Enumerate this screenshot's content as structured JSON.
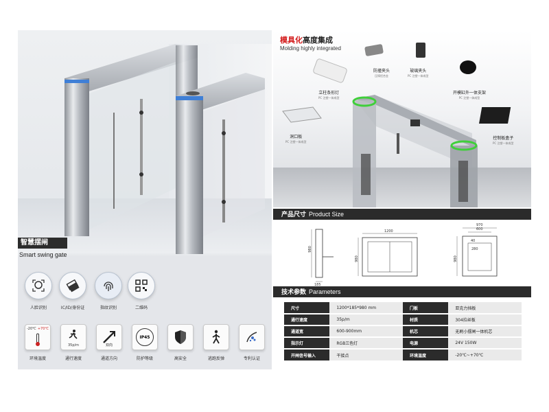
{
  "left": {
    "title_cn": "智慧摆闸",
    "title_en": "Smart swing gate",
    "features": [
      {
        "label": "人脸识别",
        "icon": "face-recognition-icon"
      },
      {
        "label": "IC/ID/身份证",
        "icon": "card-icon"
      },
      {
        "label": "指纹识别",
        "icon": "fingerprint-icon"
      },
      {
        "label": "二维码",
        "icon": "qr-code-icon"
      }
    ],
    "specs": [
      {
        "label": "环境温度",
        "icon": "temperature-icon",
        "text1": "-20℃",
        "text2": "+70℃"
      },
      {
        "label": "通行速度",
        "icon": "walking-speed-icon",
        "text1": "35p/m"
      },
      {
        "label": "通道方向",
        "icon": "direction-icon",
        "text1": "双向"
      },
      {
        "label": "防护等级",
        "icon": "ip45-icon",
        "text1": "IP45"
      },
      {
        "label": "高安全",
        "icon": "shield-icon"
      },
      {
        "label": "逃跑反弹",
        "icon": "anti-tailgate-icon"
      },
      {
        "label": "专利认证",
        "icon": "patent-icon"
      }
    ]
  },
  "right": {
    "modular_title_red": "模具化",
    "modular_title_rest": "高度集成",
    "modular_sub": "Molding highly integrated",
    "parts": [
      {
        "name": "防撞夹头",
        "sub": "压铸铝合金"
      },
      {
        "name": "玻璃夹头",
        "sub": "PC 注塑一体成型"
      },
      {
        "name": "立柱条形灯",
        "sub": "PC 注塑一体成型"
      },
      {
        "name": "开模缸外一体支架",
        "sub": "PC 注塑一体成型"
      },
      {
        "name": "洞口板",
        "sub": "PC 注塑一体成型"
      },
      {
        "name": "控制板盒子",
        "sub": "PC 注塑一体成型"
      }
    ],
    "size_cn": "产品尺寸",
    "size_en": "Product Size",
    "dims": {
      "width": "1200",
      "height": "980",
      "depth": "185",
      "d1": "970",
      "d2": "600",
      "d3": "40",
      "d4": "280"
    },
    "param_cn": "技术参数",
    "param_en": "Parameters",
    "params": [
      {
        "k1": "尺寸",
        "v1": "1200*185*980 mm",
        "k2": "门板",
        "v2": "亚克力挡板"
      },
      {
        "k1": "通行速度",
        "v1": "35p/m",
        "k2": "材质",
        "v2": "304拉丝板"
      },
      {
        "k1": "通道宽",
        "v1": "600-900mm",
        "k2": "机芯",
        "v2": "无刷小摆闸一体机芯"
      },
      {
        "k1": "指示灯",
        "v1": "RGB三色灯",
        "k2": "电源",
        "v2": "24V 150W"
      },
      {
        "k1": "开闸信号输入",
        "v1": "干接点",
        "k2": "环境温度",
        "v2": "-20℃~+70℃"
      }
    ]
  }
}
